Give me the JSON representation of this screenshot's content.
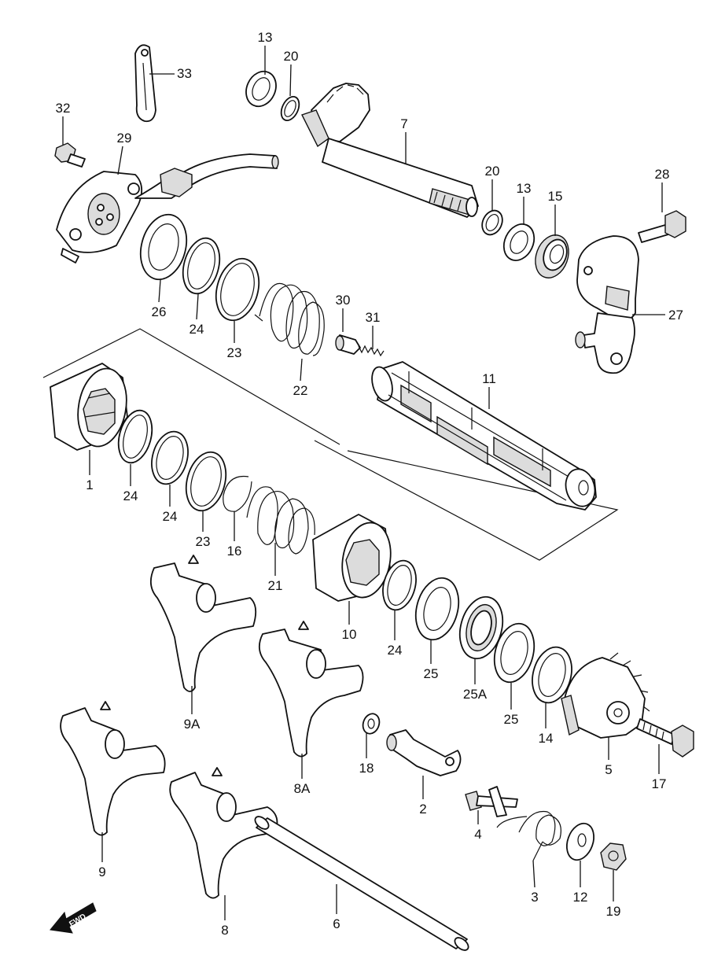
{
  "callouts": {
    "c1": "1",
    "c2": "2",
    "c3": "3",
    "c4": "4",
    "c5": "5",
    "c6": "6",
    "c7": "7",
    "c8": "8",
    "c8A": "8A",
    "c9": "9",
    "c9A": "9A",
    "c10": "10",
    "c11": "11",
    "c12": "12",
    "c13a": "13",
    "c13b": "13",
    "c14": "14",
    "c15": "15",
    "c16": "16",
    "c17": "17",
    "c18": "18",
    "c19": "19",
    "c20a": "20",
    "c20b": "20",
    "c21": "21",
    "c22": "22",
    "c23a": "23",
    "c23b": "23",
    "c24a": "24",
    "c24b": "24",
    "c24c": "24",
    "c24d": "24",
    "c25a": "25",
    "c25b": "25",
    "c25A": "25A",
    "c26": "26",
    "c27": "27",
    "c28": "28",
    "c29": "29",
    "c30": "30",
    "c31": "31",
    "c32": "32",
    "c33": "33"
  },
  "fwd_marker": "FWD",
  "icons": {
    "fwd": "fwd-arrow-icon"
  }
}
